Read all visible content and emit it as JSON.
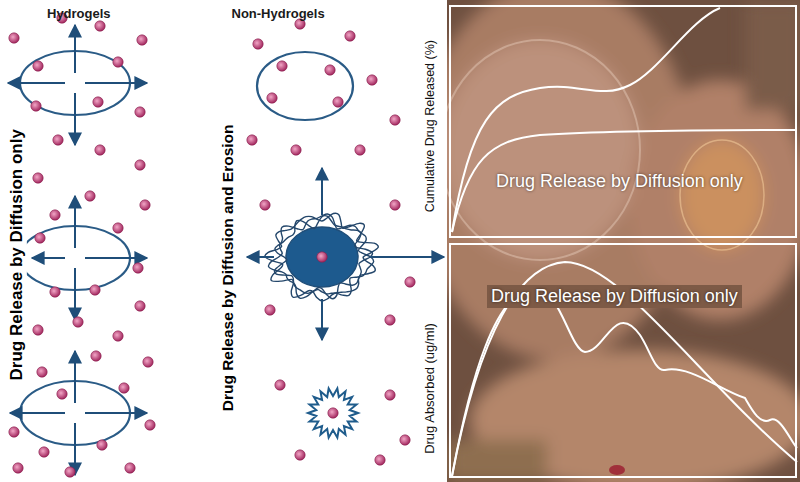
{
  "diagram": {
    "nodes": [
      {
        "text": [
          "Drug Release by Diffusion only"
        ]
      },
      {
        "text": [
          "Drug Release by Diffusion only"
        ]
      }
    ],
    "labels": [
      "Hydrogels",
      "Non-Hydrogels",
      "Drug Release by Diffusion only",
      "Drug Release by Diffusion and Erosion",
      "Cumulative Drug Released (%)",
      "Drug Absorbed (ug/ml)"
    ]
  }
}
